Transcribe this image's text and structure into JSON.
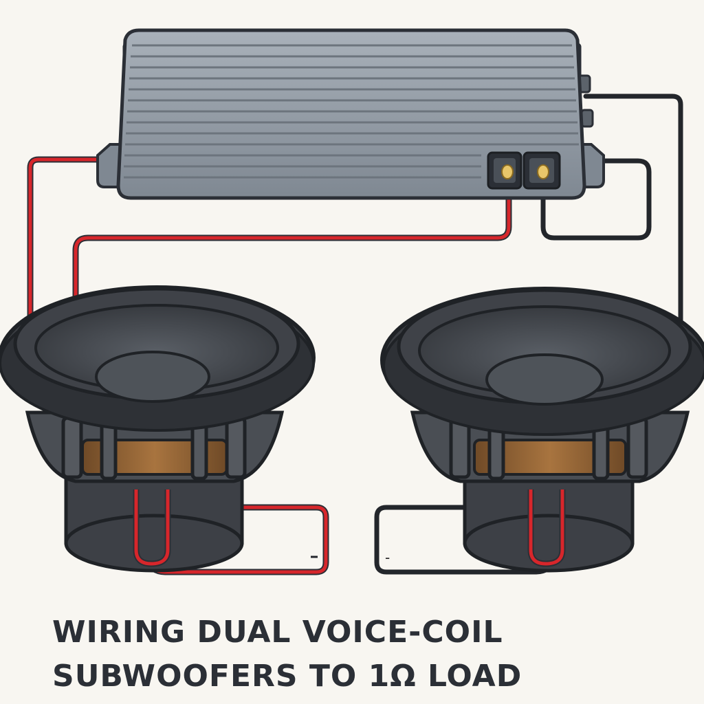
{
  "caption": {
    "line1": "WIRING DUAL VOICE-COIL",
    "line2": "SUBWOOFERS TO 1Ω LOAD"
  },
  "terminals": {
    "positive_label": "",
    "negative_label": "-"
  },
  "colors": {
    "background": "#f8f6f1",
    "amplifier_body": "#9aa3ad",
    "amplifier_outline": "#2b2f36",
    "speaker_frame": "#3a3d42",
    "speaker_cone": "#4a4e54",
    "magnet_copper": "#9a6a3a",
    "wire_positive": "#d7262b",
    "wire_negative": "#23262b",
    "terminal_gold": "#e8c66a"
  },
  "components": {
    "amplifier": "amplifier",
    "speakers": [
      "subwoofer-left",
      "subwoofer-right"
    ]
  }
}
